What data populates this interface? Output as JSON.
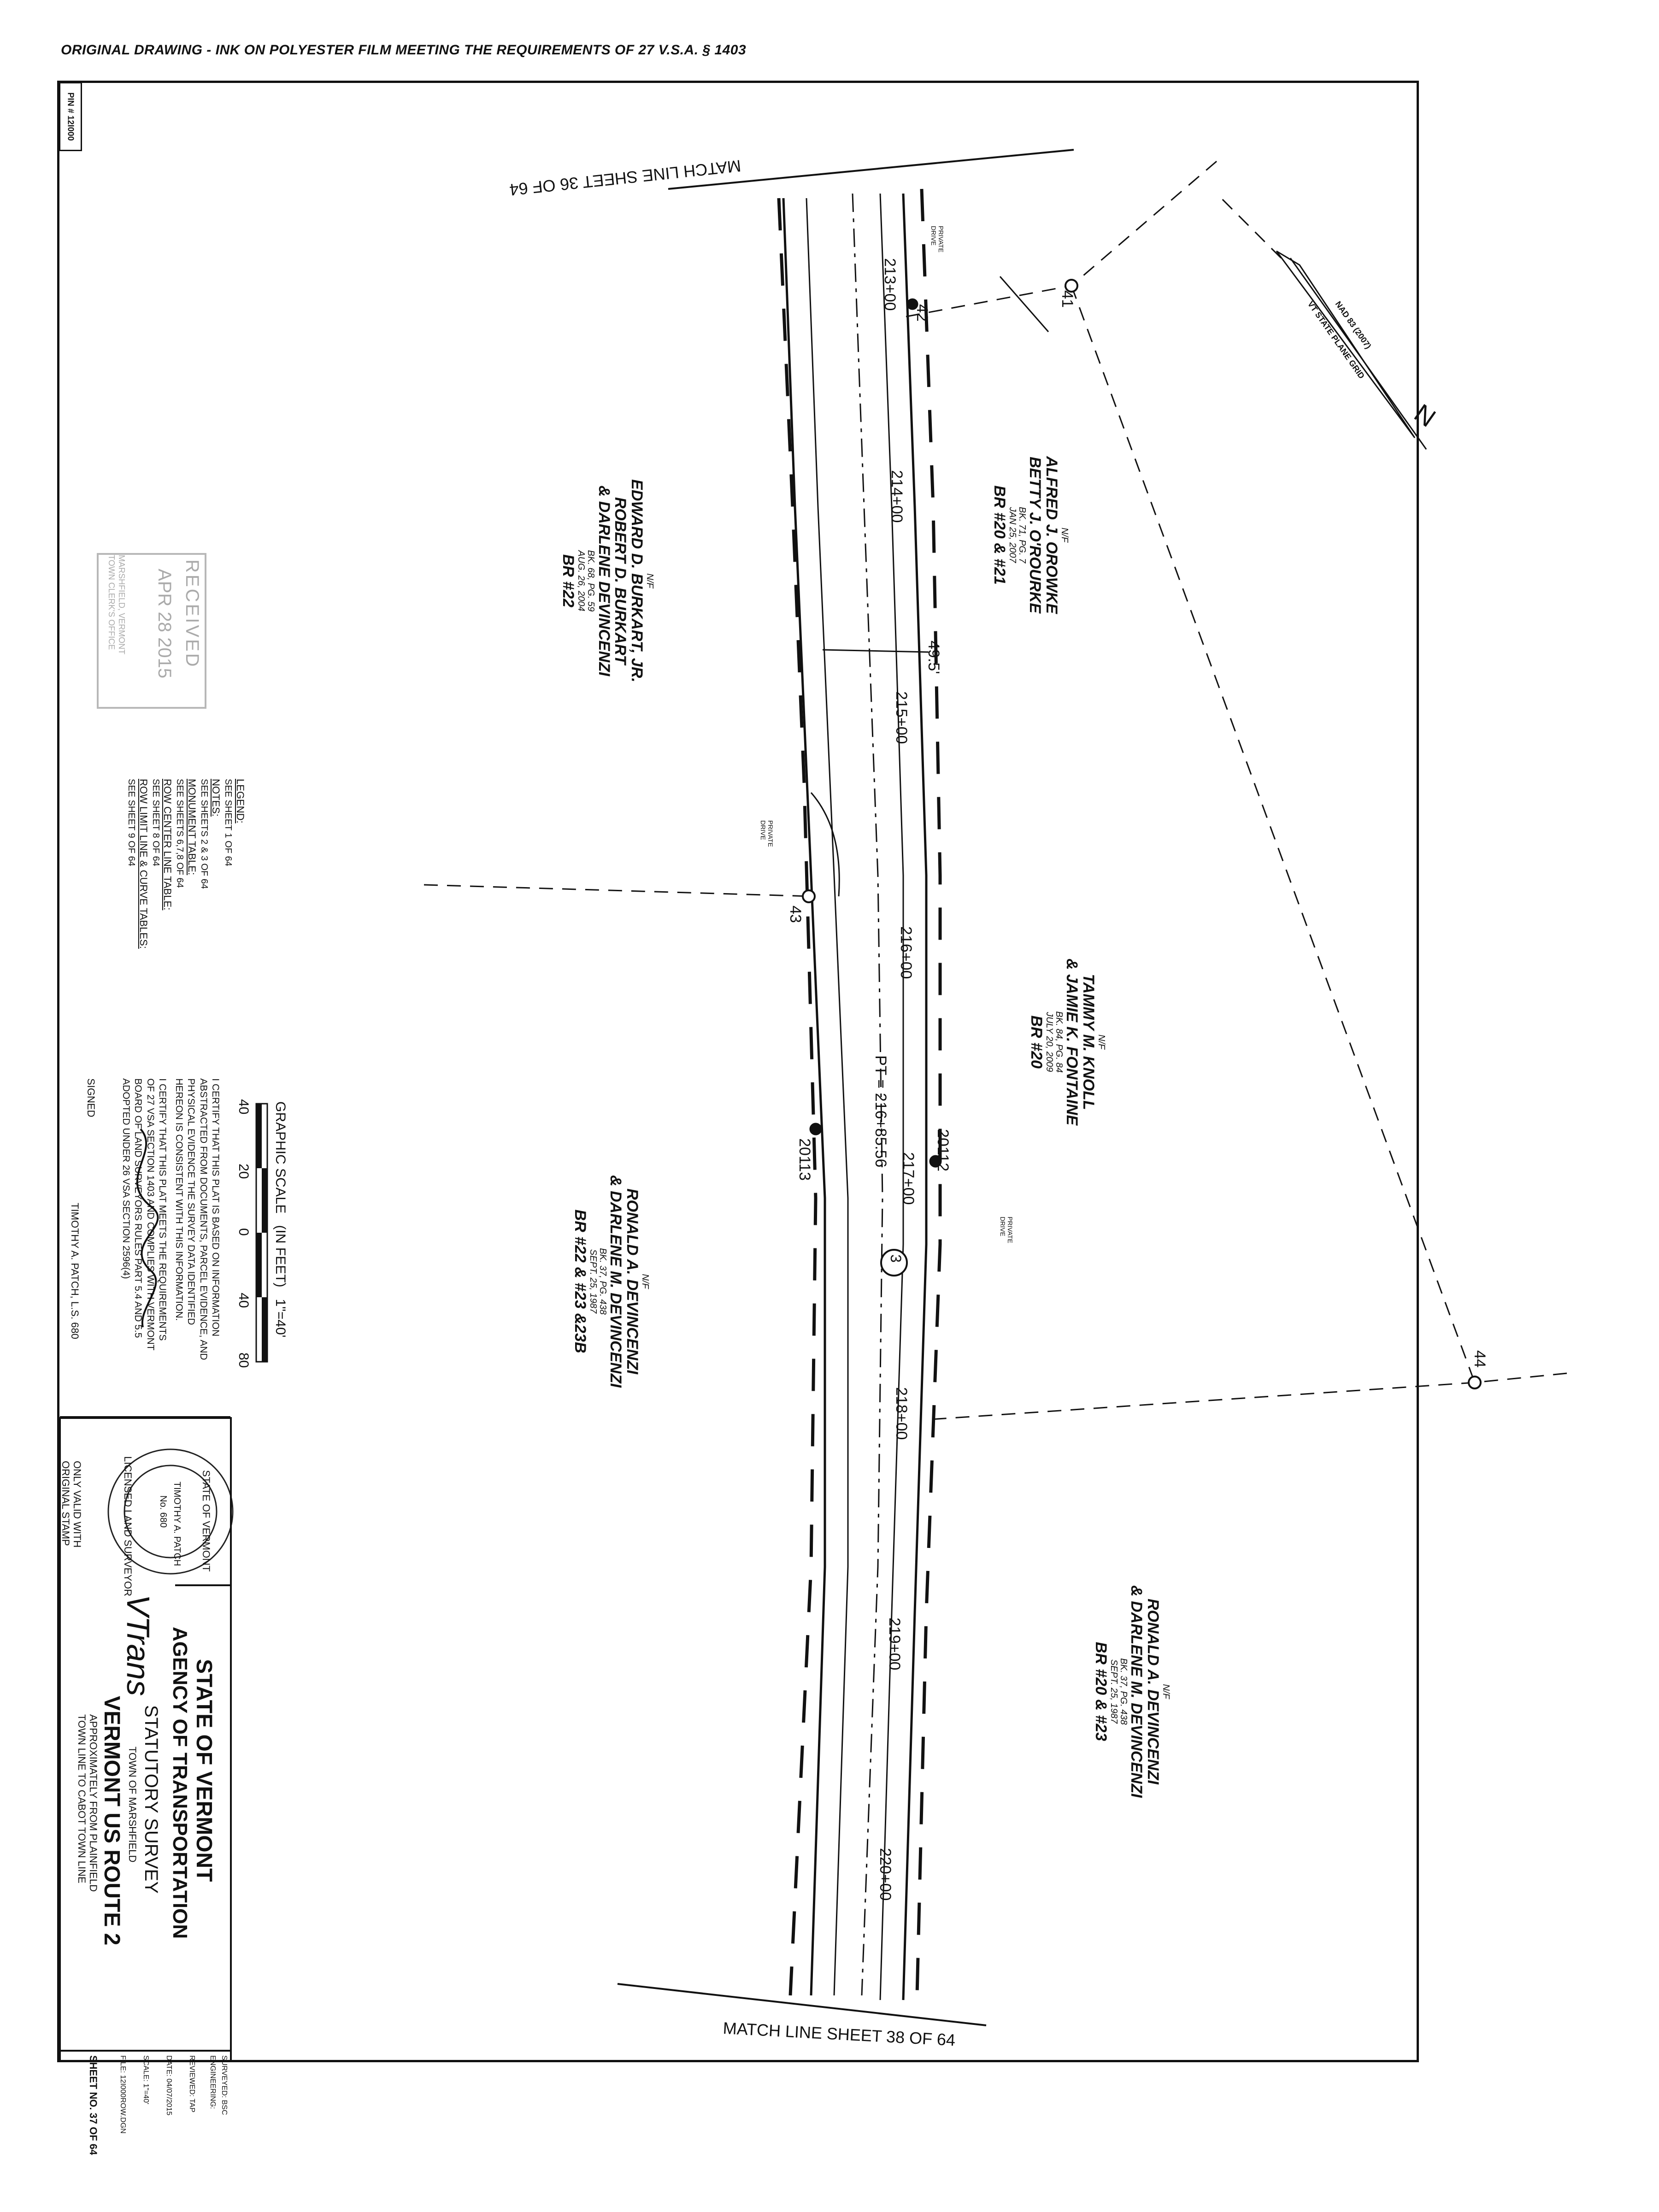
{
  "header": {
    "note": "ORIGINAL DRAWING - INK ON POLYESTER FILM MEETING THE REQUIREMENTS OF 27 V.S.A. § 1403"
  },
  "pin": "PIN # 12I000",
  "match_lines": {
    "top": "MATCH LINE SHEET 36 OF 64",
    "bottom": "MATCH LINE SHEET 38 OF 64"
  },
  "north": {
    "label": "N",
    "datum": "NAD 83 (2007)",
    "grid": "VT STATE PLANE GRID"
  },
  "owners": [
    {
      "nf": "N/F",
      "name": "ALFRED J. OROWKE",
      "name2": "BETTY J. O'ROURKE",
      "bk": "BK. 71, PG. 7",
      "date": "JAN 25, 2007",
      "br": "BR #20 & #21"
    },
    {
      "nf": "N/F",
      "name": "EDWARD D. BURKART, JR.",
      "name2": "ROBERT D. BURKART",
      "name3": "& DARLENE DEVINCENZI",
      "bk": "BK. 68, PG. 59",
      "date": "AUG. 26, 2004",
      "br": "BR #22"
    },
    {
      "nf": "N/F",
      "name": "TAMMY M. KNOLL",
      "name2": "& JAMIE K. FONTAINE",
      "bk": "BK. 84, PG. 84",
      "date": "JULY 20, 2009",
      "br": "BR #20"
    },
    {
      "nf": "N/F",
      "name": "RONALD A. DEVINCENZI",
      "name2": "& DARLENE M. DEVINCENZI",
      "bk": "BK. 37, PG. 438",
      "date": "SEPT. 25, 1987",
      "br": "BR #22 & #23 &23B"
    },
    {
      "nf": "N/F",
      "name": "RONALD A. DEVINCENZI",
      "name2": "& DARLENE M. DEVINCENZI",
      "bk": "BK. 37, PG. 438",
      "date": "SEPT. 25, 1987",
      "br": "BR #20 & #23"
    }
  ],
  "stations": [
    "213+00",
    "214+00",
    "215+00",
    "216+00",
    "217+00",
    "218+00",
    "219+00",
    "220+00"
  ],
  "pt_label": "PT = 216+85.56",
  "width_label": "49.5'",
  "points": [
    "41",
    "42",
    "43",
    "44",
    "20112",
    "20113"
  ],
  "circle_label": "3",
  "private_drive": "PRIVATE DRIVE",
  "received": {
    "title": "RECEIVED",
    "date": "APR 28 2015",
    "town": "MARSHFIELD, VERMONT",
    "office": "TOWN CLERK'S OFFICE"
  },
  "legend": {
    "legend_h": "LEGEND:",
    "legend_t": "SEE SHEET 1 OF 64",
    "notes_h": "NOTES:",
    "notes_t": "SEE SHEETS 2 & 3 OF 64",
    "mon_h": "MONUMENT TABLE:",
    "mon_t": "SEE SHEETS 6,7,8 OF 64",
    "row_h": "ROW CENTER LINE TABLE:",
    "row_t": "SEE SHEET 8 OF 64",
    "lim_h": "ROW LIMIT LINE & CURVE TABLES:",
    "lim_t": "SEE SHEET 9 OF 64"
  },
  "scale": {
    "title": "GRAPHIC SCALE",
    "units": "(IN FEET)",
    "ratio": "1\"=40'",
    "ticks": [
      "40",
      "20",
      "0",
      "40",
      "80"
    ]
  },
  "cert": {
    "l1": "I CERTIFY THAT THIS PLAT IS BASED ON INFORMATION",
    "l2": "ABSTRACTED FROM DOCUMENTS, PARCEL EVIDENCE, AND",
    "l3": "PHYSICAL EVIDENCE THE SURVEY DATA IDENTIFIED",
    "l4": "HEREON IS CONSISTENT WITH THIS INFORMATION.",
    "l5": "I CERTIFY THAT THIS PLAT MEETS THE REQUIREMENTS",
    "l6": "OF 27 VSA SECTION 1403 AND COMPLIES WITH VERMONT",
    "l7": "BOARD OF LAND SURVEYORS RULES PART 5.4 AND 5.5",
    "l8": "ADOPTED UNDER 26 VSA SECTION 2596(4)",
    "signed": "SIGNED",
    "surveyor": "TIMOTHY A. PATCH, L.S. 680"
  },
  "seal": {
    "state": "STATE OF VERMONT",
    "name": "TIMOTHY A. PATCH",
    "no": "No. 680",
    "licensed": "LICENSED LAND SURVEYOR",
    "valid1": "ONLY VALID WITH",
    "valid2": "ORIGINAL STAMP"
  },
  "title_block": {
    "state": "STATE OF VERMONT",
    "agency": "AGENCY OF TRANSPORTATION",
    "survey": "STATUTORY SURVEY",
    "town": "TOWN OF MARSHFIELD",
    "route": "VERMONT US ROUTE 2",
    "approx": "APPROXIMATELY FROM PLAINFIELD",
    "limits": "TOWN LINE TO CABOT TOWN LINE",
    "logo": "VTrans"
  },
  "sheet_info": {
    "surveyed": "SURVEYED: BSC",
    "engineering": "ENGINEERING:",
    "reviewed": "REVIEWED: TAP",
    "date": "DATE: 04/07/2015",
    "scale": "SCALE: 1\"=40'",
    "file": "FILE: 12I000ROW.DGN",
    "sheet": "SHEET NO. 37 OF 64"
  }
}
